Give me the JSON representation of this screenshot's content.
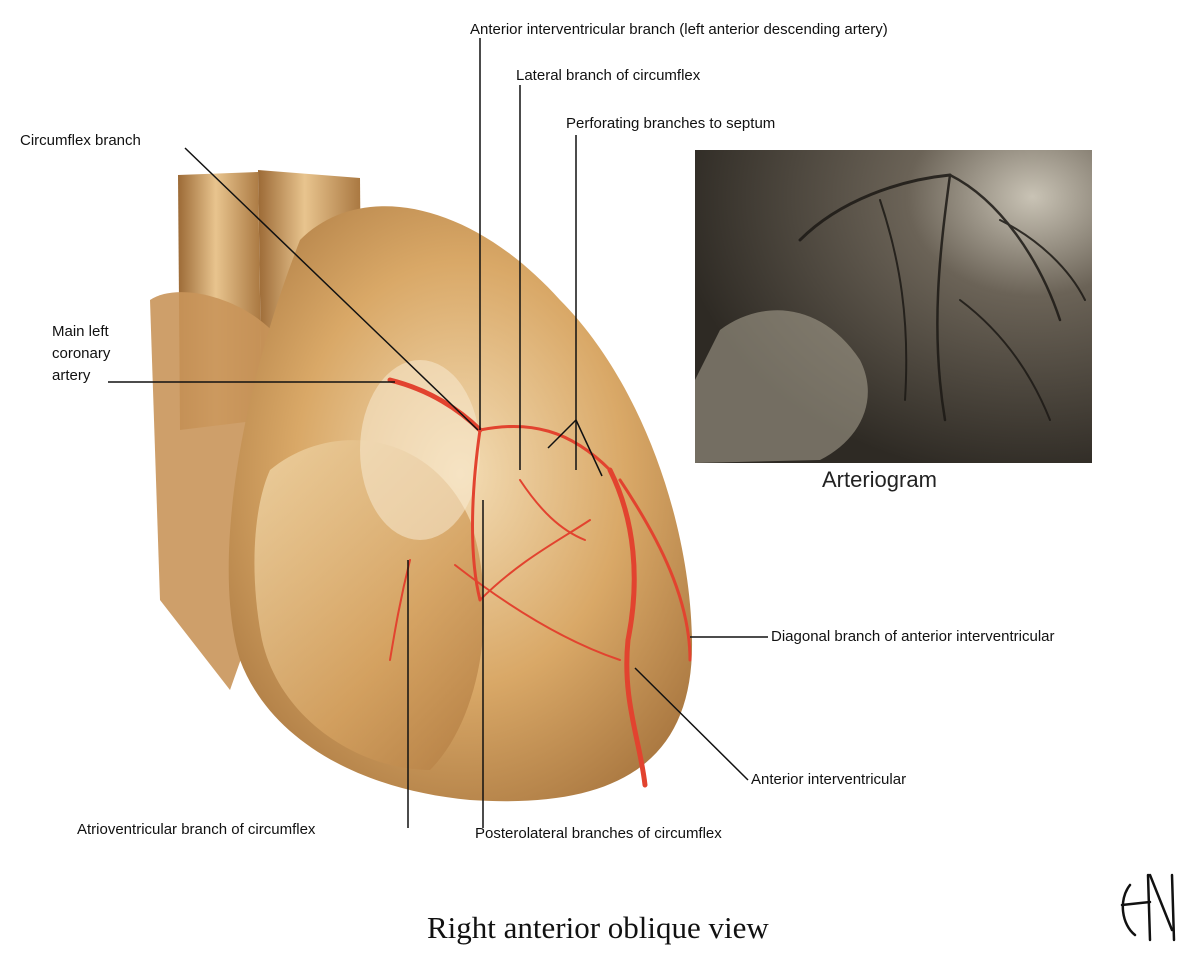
{
  "labels": {
    "anterior_interventricular_branch": "Anterior interventricular branch (left anterior descending artery)",
    "lateral_branch_circumflex": "Lateral branch of circumflex",
    "perforating_branches": "Perforating branches to septum",
    "circumflex_branch": "Circumflex branch",
    "main_left_coronary_line1": "Main left",
    "main_left_coronary_line2": "coronary",
    "main_left_coronary_line3": "artery",
    "diagonal_branch": "Diagonal branch of anterior interventricular",
    "anterior_interventricular": "Anterior interventricular",
    "atrioventricular_branch": "Atrioventricular branch of circumflex",
    "posterolateral_branches": "Posterolateral branches of circumflex"
  },
  "arteriogram_caption": "Arteriogram",
  "figure_caption": "Right anterior oblique view",
  "signature": "F. Netter",
  "colors": {
    "heart_base": "#d9a867",
    "heart_shadow": "#a8763f",
    "heart_highlight": "#f3dcb4",
    "artery": "#e2432f",
    "arteriogram_dark": "#3a342c",
    "arteriogram_light": "#b9b2a3",
    "leader_line": "#111111"
  }
}
